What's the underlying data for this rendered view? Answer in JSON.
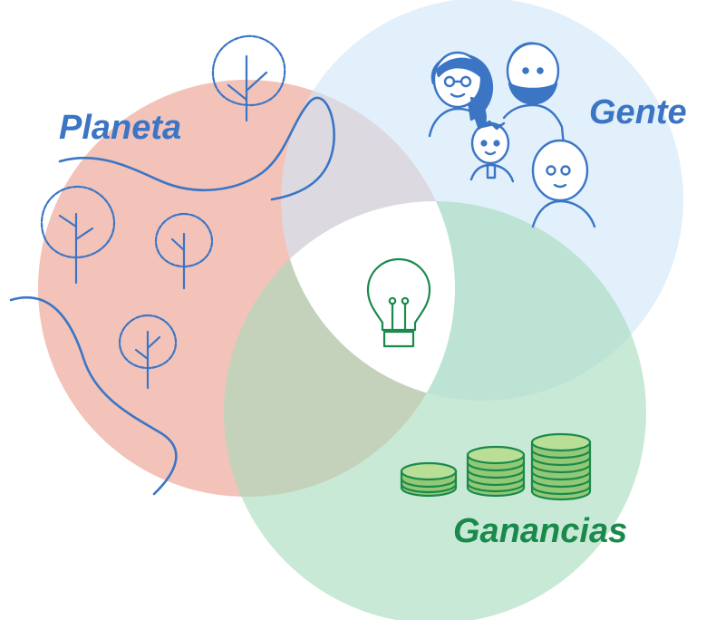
{
  "sets": [
    {
      "id": "planeta",
      "label": "Planeta",
      "fill": "#f0b6aa",
      "label_color": "#3b75c4"
    },
    {
      "id": "gente",
      "label": "Gente",
      "fill": "#cfe6f8",
      "label_color": "#3b75c4"
    },
    {
      "id": "ganancias",
      "label": "Ganancias",
      "fill": "#a6dbbd",
      "label_color": "#1a8a4c"
    }
  ],
  "center": {
    "icon": "lightbulb-icon",
    "color": "#1a8a4c",
    "fill": "#ffffff"
  },
  "icons": {
    "trees": "tree-icon",
    "river": "river-icon",
    "people": "family-icon",
    "coins": "coin-stack-icon"
  },
  "colors": {
    "line_blue": "#3b75c4",
    "coin_green": "#1a8a4c",
    "coin_fill": "#93c976",
    "coin_top": "#b9df97"
  }
}
